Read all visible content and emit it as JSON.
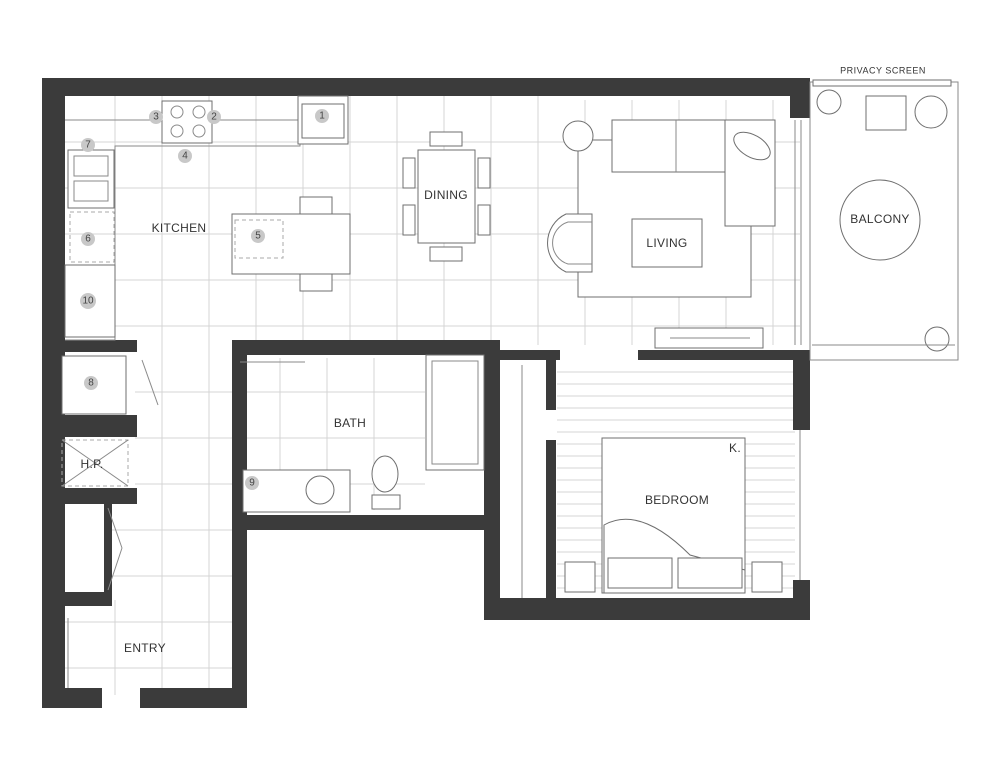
{
  "rooms": {
    "kitchen": "KITCHEN",
    "dining": "DINING",
    "living": "LIVING",
    "balcony": "BALCONY",
    "privacy_screen": "PRIVACY SCREEN",
    "bath": "BATH",
    "bedroom": "BEDROOM",
    "hp": "H.P.",
    "entry": "ENTRY",
    "k_mark": "K."
  },
  "appliance_numbers": [
    "1",
    "2",
    "3",
    "4",
    "5",
    "6",
    "7",
    "8",
    "9",
    "10"
  ],
  "colors": {
    "wall": "#3b3b3b",
    "tile": "#d4d4d4",
    "marker": "#c8c8c8"
  }
}
